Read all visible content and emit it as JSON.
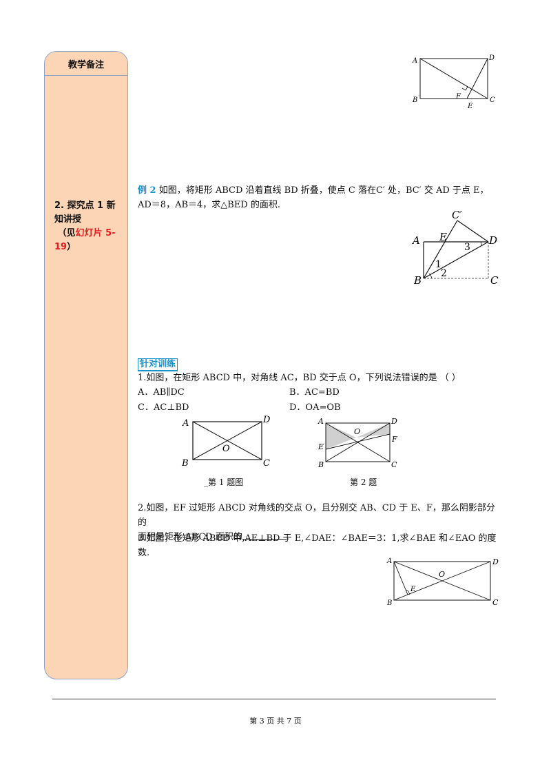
{
  "sidebar": {
    "header": "教学备注",
    "section_num": "2. 探究点 1 新知讲授",
    "section_open": "（见",
    "section_ref": "幻灯片 5-19",
    "section_close": "）"
  },
  "example2": {
    "tag": "例 2",
    "text_line1": " 如图，将矩形 ABCD 沿着直线 BD 折叠，使点 C 落在C′ 处，BC′ 交 AD 于点 E，",
    "text_line2": "AD＝8，AB＝4，求△BED 的面积."
  },
  "practice": {
    "title": "针对训练",
    "q1": "1.如图，在矩形 ABCD 中，对角线 AC，BD 交于点 O，下列说法错误的是 （        ）",
    "options": [
      "A．AB∥DC",
      "B．AC=BD",
      "C．AC⊥BD",
      "D．OA=OB"
    ],
    "caption1": "第 1 题图",
    "caption2": "第 2 题",
    "q2_line1": "2.如图，EF 过矩形 ABCD 对角线的交点 O，且分别交 AB、CD 于 E、F，那么阴影部分的",
    "q2_line2": "面积是矩形 ABCD 面积的",
    "q2_end": ".",
    "q3_line1": "3.如图，在矩形 ABCD 中,AE⊥BD 于 E,∠DAE：∠BAE＝3：1,求∠BAE 和∠EAO 的度",
    "q3_line2": "数."
  },
  "figures": {
    "fig_top": {
      "A": "A",
      "B": "B",
      "C": "C",
      "D": "D",
      "E": "E",
      "F": "F"
    },
    "fig_ex2": {
      "A": "A",
      "B": "B",
      "C": "C",
      "D": "D",
      "E": "E",
      "Cp": "C′",
      "n1": "1",
      "n2": "2",
      "n3": "3"
    },
    "fig_q1": {
      "A": "A",
      "B": "B",
      "C": "C",
      "D": "D",
      "O": "O"
    },
    "fig_q2": {
      "A": "A",
      "B": "B",
      "C": "C",
      "D": "D",
      "E": "E",
      "F": "F",
      "O": "O"
    },
    "fig_q3": {
      "A": "A",
      "B": "B",
      "C": "C",
      "D": "D",
      "E": "E",
      "O": "O"
    }
  },
  "footer": "第 3 页 共 7 页"
}
